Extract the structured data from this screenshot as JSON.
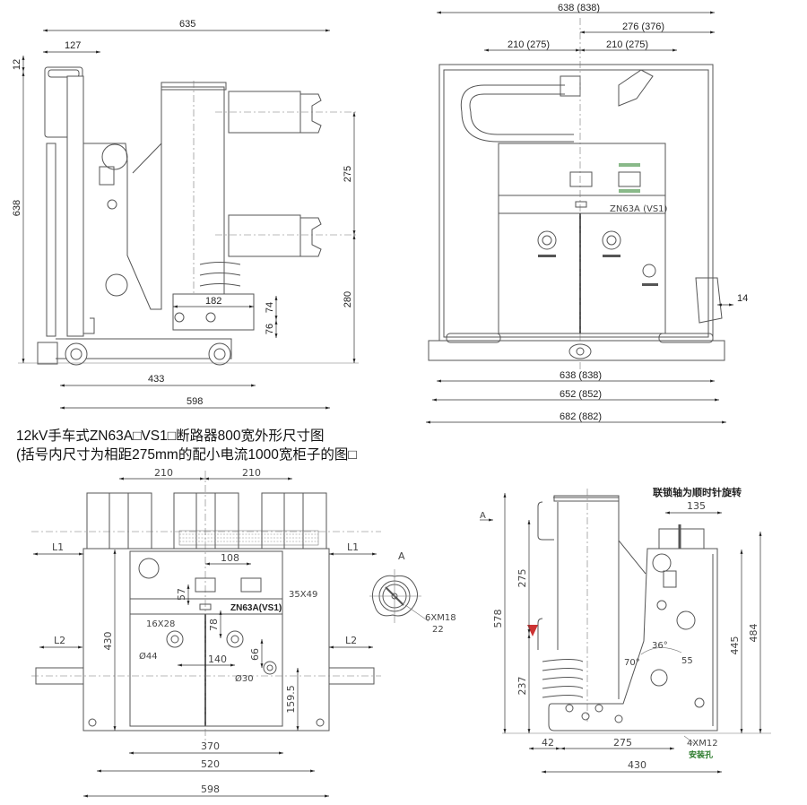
{
  "title": {
    "line1": "12kV手车式ZN63A□VS1□断路器800宽外形尺寸图",
    "line2": "(括号内尺寸为相距275mm的配小电流1000宽柜子的图□"
  },
  "side_view": {
    "dims": {
      "d635": "635",
      "d127": "127",
      "d12": "12",
      "d638": "638",
      "d275": "275",
      "d280": "280",
      "d74": "74",
      "d76": "76",
      "d182": "182",
      "d433": "433",
      "d598": "598"
    }
  },
  "front_view": {
    "model_label": "ZN63A (VS1)",
    "dims": {
      "top_width": "638 (838)",
      "half_width": "276 (376)",
      "pitch_left": "210 (275)",
      "pitch_right": "210 (275)",
      "d14": "14",
      "bottom_width_1": "638 (838)",
      "bottom_width_2": "652 (852)",
      "bottom_width_3": "682 (882)"
    }
  },
  "panel_view": {
    "model_label": "ZN63A(VS1)",
    "detail_label": "A",
    "detail_thread": "6XM18",
    "detail_depth": "22",
    "dims": {
      "pitch_left": "210",
      "pitch_right": "210",
      "l1_left": "L1",
      "l1_right": "L1",
      "l2_left": "L2",
      "l2_right": "L2",
      "d430": "430",
      "d108": "108",
      "d57": "57",
      "window": "35X49",
      "slot": "16X28",
      "d78": "78",
      "dia44": "Ø44",
      "d140": "140",
      "d66": "66",
      "dia30": "Ø30",
      "d159_5": "159.5",
      "d370": "370",
      "d520": "520",
      "d598": "598"
    }
  },
  "section_view": {
    "note": "联锁轴为顺时针旋转",
    "view_arrow": "A",
    "mount_holes": "4XM12",
    "mount_label": "安装孔",
    "dims": {
      "d135": "135",
      "d578": "578",
      "d275v": "275",
      "d237": "237",
      "d445": "445",
      "d484": "484",
      "d42": "42",
      "d275h": "275",
      "d430": "430",
      "a36": "36°",
      "d55": "55",
      "a70": "70°"
    }
  }
}
